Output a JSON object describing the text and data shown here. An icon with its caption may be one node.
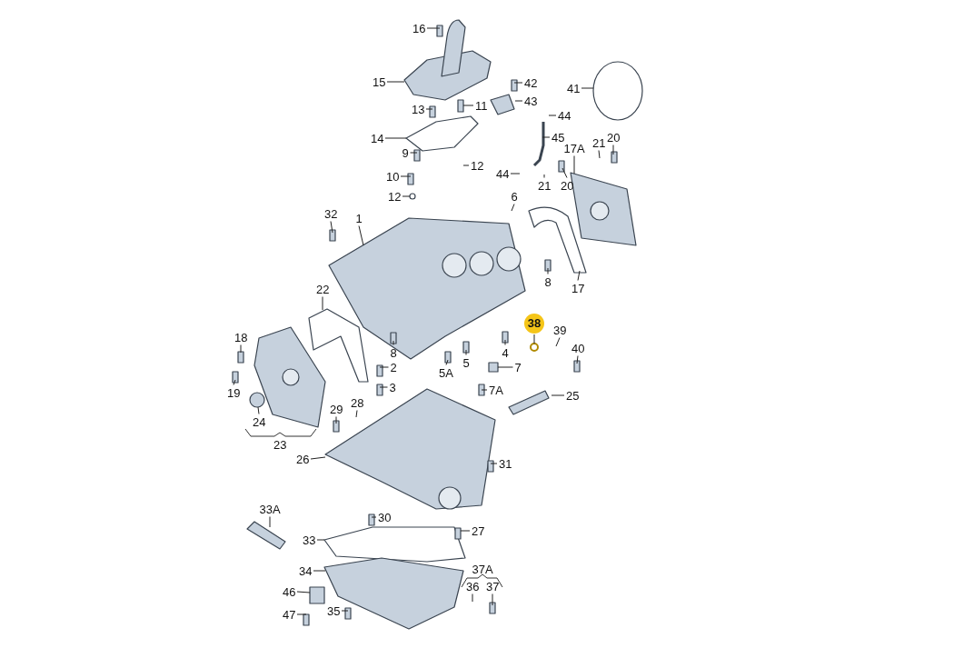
{
  "diagram": {
    "nodes": [
      {
        "text": [
          "16"
        ]
      },
      {
        "text": [
          "15"
        ]
      },
      {
        "text": [
          "42"
        ]
      },
      {
        "text": [
          "41"
        ]
      },
      {
        "text": [
          "43"
        ]
      },
      {
        "text": [
          "11"
        ]
      },
      {
        "text": [
          "44"
        ]
      },
      {
        "text": [
          "13"
        ]
      },
      {
        "text": [
          "14"
        ]
      },
      {
        "text": [
          "45"
        ]
      },
      {
        "text": [
          "20"
        ]
      },
      {
        "text": [
          "21"
        ]
      },
      {
        "text": [
          "17A"
        ]
      },
      {
        "text": [
          "9"
        ]
      },
      {
        "text": [
          "12"
        ]
      },
      {
        "text": [
          "44"
        ]
      },
      {
        "text": [
          "20"
        ]
      },
      {
        "text": [
          "10"
        ]
      },
      {
        "text": [
          "21"
        ]
      },
      {
        "text": [
          "12"
        ]
      },
      {
        "text": [
          "6"
        ]
      },
      {
        "text": [
          "32"
        ]
      },
      {
        "text": [
          "1"
        ]
      },
      {
        "text": [
          "8"
        ]
      },
      {
        "text": [
          "17"
        ]
      },
      {
        "text": [
          "22"
        ]
      },
      {
        "text": [
          "38"
        ]
      },
      {
        "text": [
          "39"
        ]
      },
      {
        "text": [
          "18"
        ]
      },
      {
        "text": [
          "40"
        ]
      },
      {
        "text": [
          "8"
        ]
      },
      {
        "text": [
          "4"
        ]
      },
      {
        "text": [
          "5"
        ]
      },
      {
        "text": [
          "2"
        ]
      },
      {
        "text": [
          "7"
        ]
      },
      {
        "text": [
          "5A"
        ]
      },
      {
        "text": [
          "7A"
        ]
      },
      {
        "text": [
          "3"
        ]
      },
      {
        "text": [
          "19"
        ]
      },
      {
        "text": [
          "25"
        ]
      },
      {
        "text": [
          "28"
        ]
      },
      {
        "text": [
          "29"
        ]
      },
      {
        "text": [
          "24"
        ]
      },
      {
        "text": [
          "26"
        ]
      },
      {
        "text": [
          "31"
        ]
      },
      {
        "text": [
          "33A"
        ]
      },
      {
        "text": [
          "30"
        ]
      },
      {
        "text": [
          "33"
        ]
      },
      {
        "text": [
          "27"
        ]
      },
      {
        "text": [
          "34"
        ]
      },
      {
        "text": [
          "36"
        ]
      },
      {
        "text": [
          "37"
        ]
      },
      {
        "text": [
          "46"
        ]
      },
      {
        "text": [
          "35"
        ]
      },
      {
        "text": [
          "47"
        ]
      },
      {
        "text": [],
        "shape": "picture"
      },
      {
        "text": [],
        "shape": "circle"
      },
      {
        "text": [],
        "shape": "picture"
      },
      {
        "text": [],
        "shape": "picture"
      },
      {
        "text": [],
        "shape": "circle"
      },
      {
        "text": [],
        "shape": "picture"
      },
      {
        "text": [],
        "shape": "picture"
      },
      {
        "text": [],
        "shape": "picture"
      },
      {
        "text": [],
        "shape": "circle"
      },
      {
        "text": [],
        "shape": "box"
      },
      {
        "text": [],
        "shape": "circle"
      },
      {
        "text": [],
        "shape": "picture"
      },
      {
        "text": [],
        "shape": "picture"
      },
      {
        "text": [],
        "shape": "picture"
      },
      {
        "text": [],
        "shape": "box"
      },
      {
        "text": [],
        "shape": "box"
      }
    ],
    "edges": [
      {
        "from": 0,
        "to": null,
        "arrow": "none"
      },
      {
        "from": 1,
        "to": 55,
        "arrow": "none"
      },
      {
        "from": 2,
        "to": null,
        "arrow": "none"
      },
      {
        "from": 3,
        "to": 56,
        "arrow": "none"
      },
      {
        "from": 4,
        "to": null,
        "arrow": "none"
      },
      {
        "from": 5,
        "to": 70,
        "arrow": "none"
      },
      {
        "from": 6,
        "to": null,
        "arrow": "none"
      },
      {
        "from": 7,
        "to": null,
        "arrow": "none"
      },
      {
        "from": 8,
        "to": 57,
        "arrow": "none"
      },
      {
        "from": 9,
        "to": null,
        "arrow": "none"
      },
      {
        "from": 10,
        "to": null,
        "arrow": "none"
      },
      {
        "from": 11,
        "to": null,
        "arrow": "none"
      },
      {
        "from": 12,
        "to": 58,
        "arrow": "none"
      },
      {
        "from": 13,
        "to": null,
        "arrow": "none"
      },
      {
        "from": 14,
        "to": null,
        "arrow": "none"
      },
      {
        "from": 15,
        "to": null,
        "arrow": "none"
      },
      {
        "from": 16,
        "to": null,
        "arrow": "none"
      },
      {
        "from": 17,
        "to": null,
        "arrow": "none"
      },
      {
        "from": 18,
        "to": null,
        "arrow": "none"
      },
      {
        "from": 19,
        "to": 59,
        "arrow": "none"
      },
      {
        "from": 20,
        "to": null,
        "arrow": "none"
      },
      {
        "from": 21,
        "to": null,
        "arrow": "none"
      },
      {
        "from": 22,
        "to": 60,
        "arrow": "none"
      },
      {
        "from": 23,
        "to": null,
        "arrow": "none"
      },
      {
        "from": 24,
        "to": 61,
        "arrow": "none"
      },
      {
        "from": 25,
        "to": 62,
        "arrow": "none"
      },
      {
        "from": 26,
        "to": 63,
        "arrow": "none"
      },
      {
        "from": 27,
        "to": null,
        "arrow": "none"
      },
      {
        "from": 28,
        "to": null,
        "arrow": "none"
      },
      {
        "from": 29,
        "to": null,
        "arrow": "none"
      },
      {
        "from": 30,
        "to": null,
        "arrow": "none"
      },
      {
        "from": 31,
        "to": null,
        "arrow": "none"
      },
      {
        "from": 32,
        "to": null,
        "arrow": "none"
      },
      {
        "from": 33,
        "to": null,
        "arrow": "none"
      },
      {
        "from": 34,
        "to": 64,
        "arrow": "none"
      },
      {
        "from": 35,
        "to": null,
        "arrow": "none"
      },
      {
        "from": 36,
        "to": null,
        "arrow": "none"
      },
      {
        "from": 37,
        "to": null,
        "arrow": "none"
      },
      {
        "from": 38,
        "to": null,
        "arrow": "none"
      },
      {
        "from": 39,
        "to": null,
        "arrow": "none"
      },
      {
        "from": 40,
        "to": null,
        "arrow": "none"
      },
      {
        "from": 41,
        "to": null,
        "arrow": "none"
      },
      {
        "from": 42,
        "to": 65,
        "arrow": "none"
      },
      {
        "from": 43,
        "to": 66,
        "arrow": "none"
      },
      {
        "from": 44,
        "to": null,
        "arrow": "none"
      },
      {
        "from": 45,
        "to": null,
        "arrow": "none"
      },
      {
        "from": 46,
        "to": null,
        "arrow": "none"
      },
      {
        "from": 47,
        "to": 67,
        "arrow": "none"
      },
      {
        "from": 48,
        "to": null,
        "arrow": "none"
      },
      {
        "from": 49,
        "to": 68,
        "arrow": "none"
      },
      {
        "from": 50,
        "to": null,
        "arrow": "none"
      },
      {
        "from": 51,
        "to": null,
        "arrow": "none"
      },
      {
        "from": 52,
        "to": 69,
        "arrow": "none"
      },
      {
        "from": 53,
        "to": null,
        "arrow": "none"
      },
      {
        "from": 54,
        "to": null,
        "arrow": "none"
      }
    ],
    "labels": [
      "23",
      "37A"
    ]
  }
}
